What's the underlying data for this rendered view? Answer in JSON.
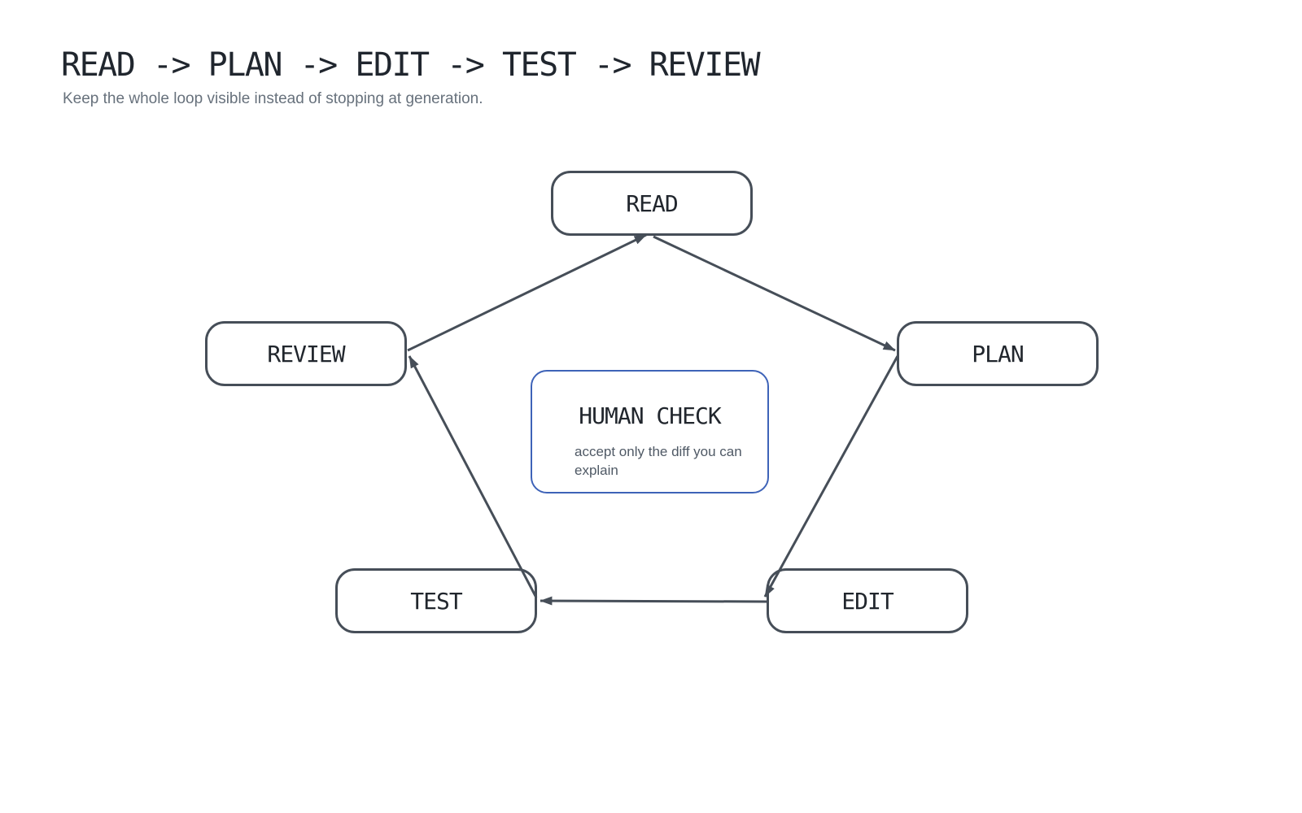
{
  "header": {
    "title": "READ -> PLAN -> EDIT -> TEST -> REVIEW",
    "subtitle": "Keep the whole loop visible instead of stopping at generation."
  },
  "diagram": {
    "nodes": [
      {
        "id": "read",
        "label": "READ"
      },
      {
        "id": "plan",
        "label": "PLAN"
      },
      {
        "id": "edit",
        "label": "EDIT"
      },
      {
        "id": "test",
        "label": "TEST"
      },
      {
        "id": "review",
        "label": "REVIEW"
      }
    ],
    "edges": [
      {
        "from": "READ",
        "to": "PLAN"
      },
      {
        "from": "PLAN",
        "to": "EDIT"
      },
      {
        "from": "EDIT",
        "to": "TEST"
      },
      {
        "from": "TEST",
        "to": "REVIEW"
      },
      {
        "from": "REVIEW",
        "to": "READ"
      }
    ],
    "center_note": {
      "title": "HUMAN CHECK",
      "body": "accept only the diff you can explain"
    },
    "colors": {
      "line": "#464e58",
      "node_border": "#464e58",
      "node_text": "#21262d",
      "note_border": "#3e63b8",
      "heading_text": "#20262e",
      "muted_text": "#67717c",
      "note_body_text": "#4f5965",
      "background": "#ffffff"
    }
  }
}
